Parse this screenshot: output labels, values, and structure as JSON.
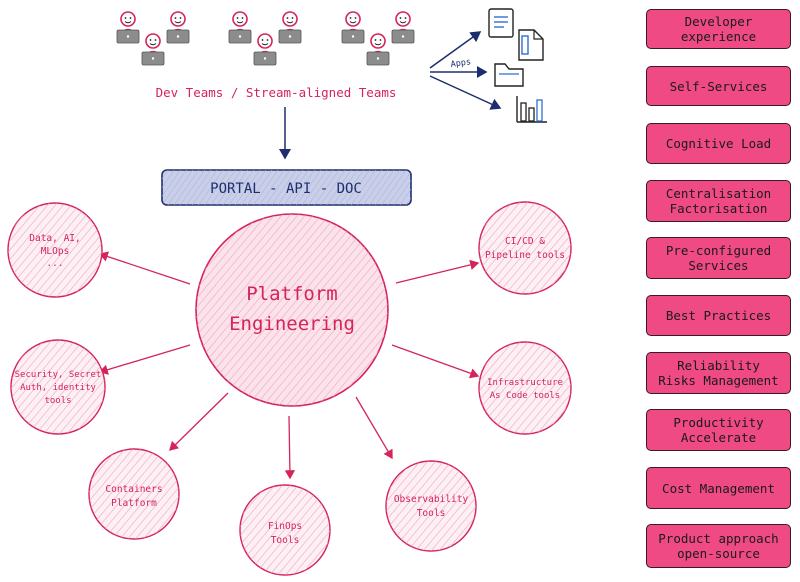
{
  "teams_label": "Dev Teams / Stream-aligned Teams",
  "apps_label": "Apps",
  "portal_label": "PORTAL - API - DOC",
  "center": {
    "line1": "Platform",
    "line2": "Engineering"
  },
  "tools": {
    "data": [
      "Data, AI,",
      "MLOps",
      "..."
    ],
    "security": [
      "Security, Secret",
      "Auth, identity",
      "tools"
    ],
    "containers": [
      "Containers",
      "Platform"
    ],
    "finops": [
      "FinOps",
      "Tools"
    ],
    "observability": [
      "Observability",
      "Tools"
    ],
    "infra": [
      "Infrastructure",
      "As Code tools"
    ],
    "cicd": [
      "CI/CD &",
      "Pipeline tools"
    ]
  },
  "benefits": [
    "Developer experience",
    "Self-Services",
    "Cognitive Load",
    "Centralisation\nFactorisation",
    "Pre-configured\nServices",
    "Best Practices",
    "Reliability\nRisks Management",
    "Productivity\nAccelerate",
    "Cost Management",
    "Product approach\nopen-source"
  ],
  "colors": {
    "accent": "#d4245a",
    "badge_fill": "#ef4a83",
    "portal_fill": "#c9cfe8",
    "navy": "#1d2e6e",
    "icon_blue": "#2f6fd6"
  }
}
